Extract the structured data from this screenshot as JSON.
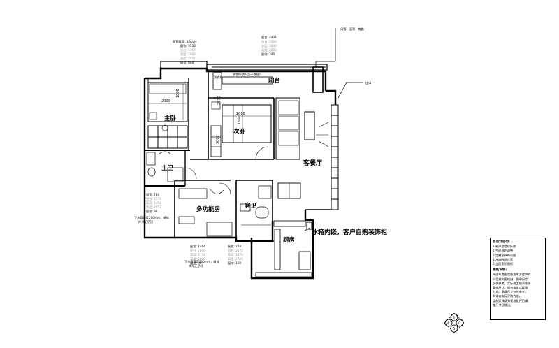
{
  "rooms": {
    "master_bedroom": "主卧",
    "second_bedroom": "次卧",
    "master_bath": "主卫",
    "living_dining": "客餐厅",
    "balcony": "阳台",
    "multifunction_room": "多功能房",
    "guest_bath": "客卫",
    "kitchen": "厨房"
  },
  "annotations": {
    "fridge_note": "冰箱内嵌，客户自购装饰柜",
    "balcony_note": "衣物晾晒人员不够处?",
    "washer": "洗衣机",
    "pipe_note_top": "风管---面积、电路",
    "pipe_note_right": "出口",
    "multi_bottom_note_1": "下水管高度200mm，做成",
    "multi_bottom_note_2": "库顶无吊顶",
    "multi_left_note_1": "下水管高度200mm，做成",
    "multi_left_note_2": "库顶无吊顶"
  },
  "dimensions": {
    "master_bed_w": "2000",
    "master_bed_h": "1800",
    "second_bed_w": "2000",
    "second_bed_h": "1500",
    "wardrobe_1": "2570",
    "wardrobe_2": "3002"
  },
  "spec_blocks": [
    {
      "lines": [
        "窗宽高度: 3.5公分",
        "窗数: 3536",
        "阳台: 1757",
        "宽度: 2960",
        "宽度: 2951",
        "窗帘: 648"
      ]
    },
    {
      "lines": [
        "窗宽: 4434",
        "阳台: 2300",
        "长度: 1840",
        "高度: 2800",
        "窗帘: 240"
      ]
    },
    {
      "lines": [
        "窗宽: 780",
        "阳台: 1570",
        "高度: 1454",
        "宽度: 2652",
        "窗帘: 80"
      ]
    },
    {
      "lines": [
        "窗宽: 1464",
        "阳台: 2000",
        "宽度: 1714",
        "高度: 2800",
        "窗帘: 96"
      ]
    },
    {
      "lines": [
        "窗宽: 770",
        "阳台: 2570",
        "宽度: 1470",
        "高度: 2800",
        "窗帘: 100"
      ]
    }
  ],
  "notes": {
    "title1": "原设计说明:",
    "items1": [
      "1.原户型墙体拆除",
      "2.空间规划调整",
      "3.定制家具布局图",
      "4.水电改造位置",
      "5.立面索引图纸"
    ],
    "title2": "图纸说明:",
    "items2": [
      "平面布置图是依据甲方提供的",
      "户型结构图绘制，图中尺寸",
      "仅供参考。实际施工前须现场",
      "复核尺寸，如有偏差以现场",
      "为准。家具尺寸仅供参考，",
      "具体以实际采购为准。",
      "定制家具请到现场复尺后确",
      "定尺寸及做法。"
    ]
  },
  "index_symbol": [
    "A",
    "B",
    "C",
    "D"
  ]
}
